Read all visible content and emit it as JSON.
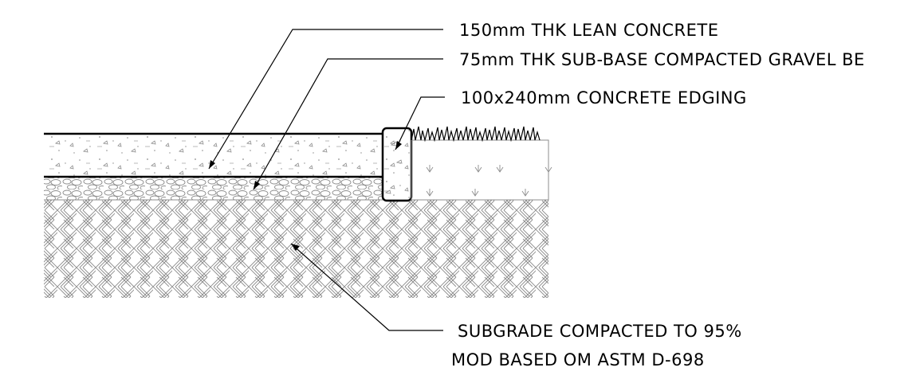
{
  "labels": {
    "lean_concrete": "150mm THK LEAN CONCRETE",
    "sub_base": "75mm THK SUB-BASE COMPACTED GRAVEL BE",
    "edging": "100x240mm CONCRETE EDGING",
    "subgrade_line1": "SUBGRADE COMPACTED TO 95%",
    "subgrade_line2": "MOD BASED OM ASTM D-698"
  },
  "colors": {
    "ink": "#000000",
    "hatch": "#8c8c8c",
    "background": "#ffffff"
  }
}
